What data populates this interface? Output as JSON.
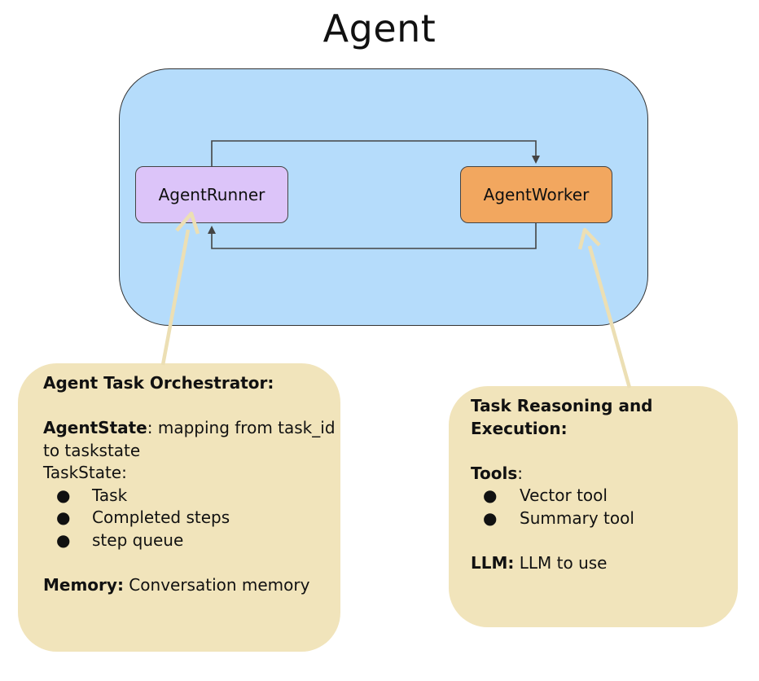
{
  "title": "Agent",
  "nodes": {
    "runner": {
      "label": "AgentRunner"
    },
    "worker": {
      "label": "AgentWorker"
    }
  },
  "notes": {
    "left": {
      "heading": "Agent Task Orchestrator:",
      "agentstate_label": "AgentState",
      "agentstate_text": ": mapping from task_id to taskstate",
      "taskstate_label": "TaskState:",
      "taskstate_items": [
        "Task",
        "Completed steps",
        "step queue"
      ],
      "memory_label": "Memory:",
      "memory_text": " Conversation memory"
    },
    "right": {
      "heading": "Task Reasoning and Execution:",
      "tools_label": "Tools",
      "tools_colon": ":",
      "tools_items": [
        "Vector tool",
        "Summary tool"
      ],
      "llm_label": "LLM:",
      "llm_text": " LLM to use"
    }
  },
  "bullet_glyph": "●",
  "colors": {
    "container_fill": "#b5dcfb",
    "runner_fill": "#dcc4f9",
    "worker_fill": "#f2a75f",
    "note_fill": "#f1e4bb",
    "pointer": "#ecdfb4",
    "edge": "#444444"
  }
}
